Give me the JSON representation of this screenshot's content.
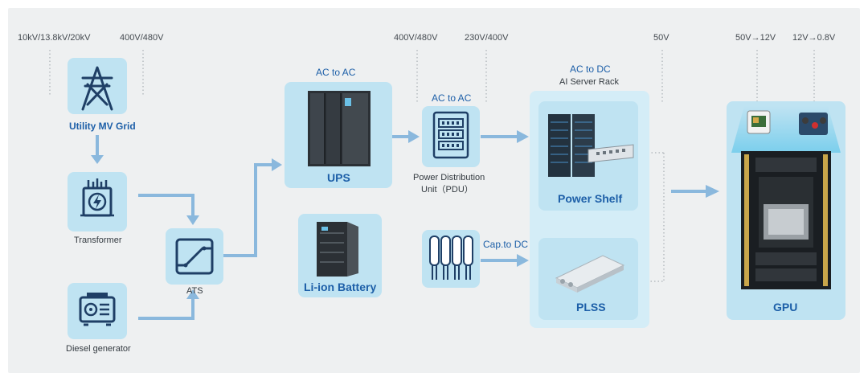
{
  "voltages": {
    "mv": "10kV/13.8kV/20kV",
    "lv1": "400V/480V",
    "lv2": "400V/480V",
    "pdu_out": "230V/400V",
    "rack": "50V",
    "gpu_in": "50V→12V",
    "gpu_core": "12V→0.8V"
  },
  "nodes": {
    "utility": "Utility MV Grid",
    "transformer": "Transformer",
    "diesel": "Diesel generator",
    "ats": "ATS",
    "ups_caption": "AC to AC",
    "ups": "UPS",
    "battery": "Li-ion Battery",
    "pdu_caption": "AC to AC",
    "pdu_line1": "Power Distribution",
    "pdu_line2": "Unit（PDU）",
    "cap_label": "Cap.to DC",
    "rack_caption1": "AC to DC",
    "rack_caption2": "AI Server Rack",
    "power_shelf": "Power Shelf",
    "plss": "PLSS",
    "gpu": "GPU"
  },
  "colors": {
    "arrow": "#8ab8dd",
    "box": "#bfe3f2",
    "rack": "#d4edf7",
    "accent": "#1d5fa8",
    "icon": "#1f3f66"
  }
}
